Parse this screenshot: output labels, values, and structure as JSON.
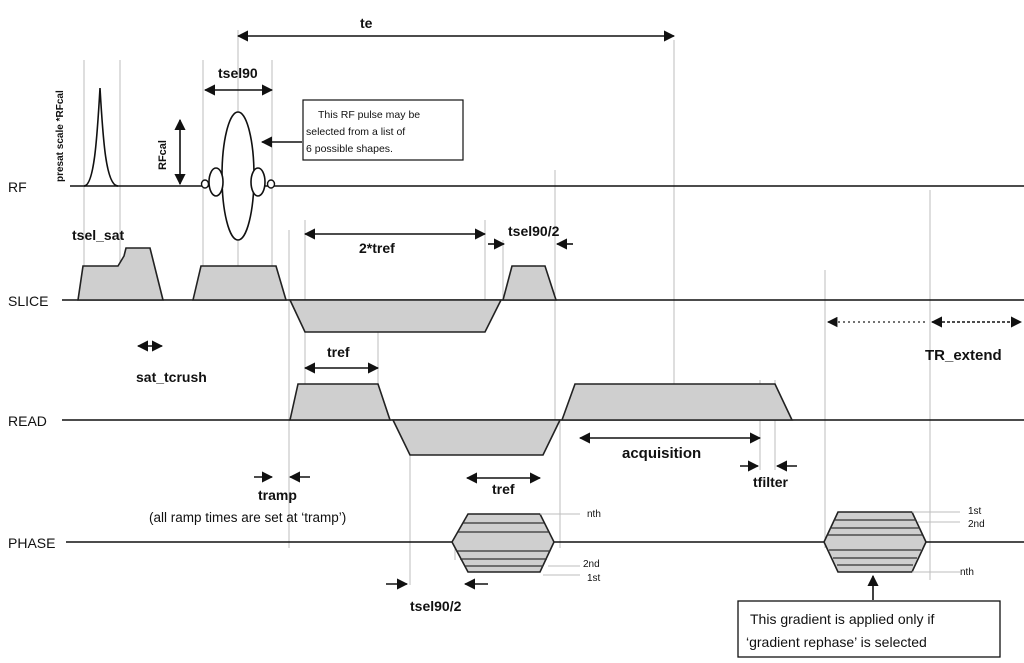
{
  "axes": {
    "rf": "RF",
    "slice": "SLICE",
    "read": "READ",
    "phase": "PHASE"
  },
  "labels": {
    "te": "te",
    "tsel90": "tsel90",
    "presat": "presat scale *RFcal",
    "rfcal": "RFcal",
    "tsel_sat": "tsel_sat",
    "two_tref": "2*tref",
    "tsel90_half_top": "tsel90/2",
    "sat_tcrush": "sat_tcrush",
    "tref_read": "tref",
    "tr_extend": "TR_extend",
    "acquisition": "acquisition",
    "tfilter": "tfilter",
    "tramp": "tramp",
    "tramp_note": "(all ramp times are set at ‘tramp’)",
    "tref_phase": "tref",
    "tsel90_half_bottom": "tsel90/2",
    "nth_left": "nth",
    "second_left": "2nd",
    "first_left": "1st",
    "first_right": "1st",
    "second_right": "2nd",
    "nth_right": "nth"
  },
  "notes": {
    "rf_pulse": [
      "This RF pulse may  be",
      "selected  from a list of",
      "6  possible shapes."
    ],
    "gradient": [
      "This  gradient  is applied only if",
      "‘gradient rephase’ is selected"
    ]
  }
}
